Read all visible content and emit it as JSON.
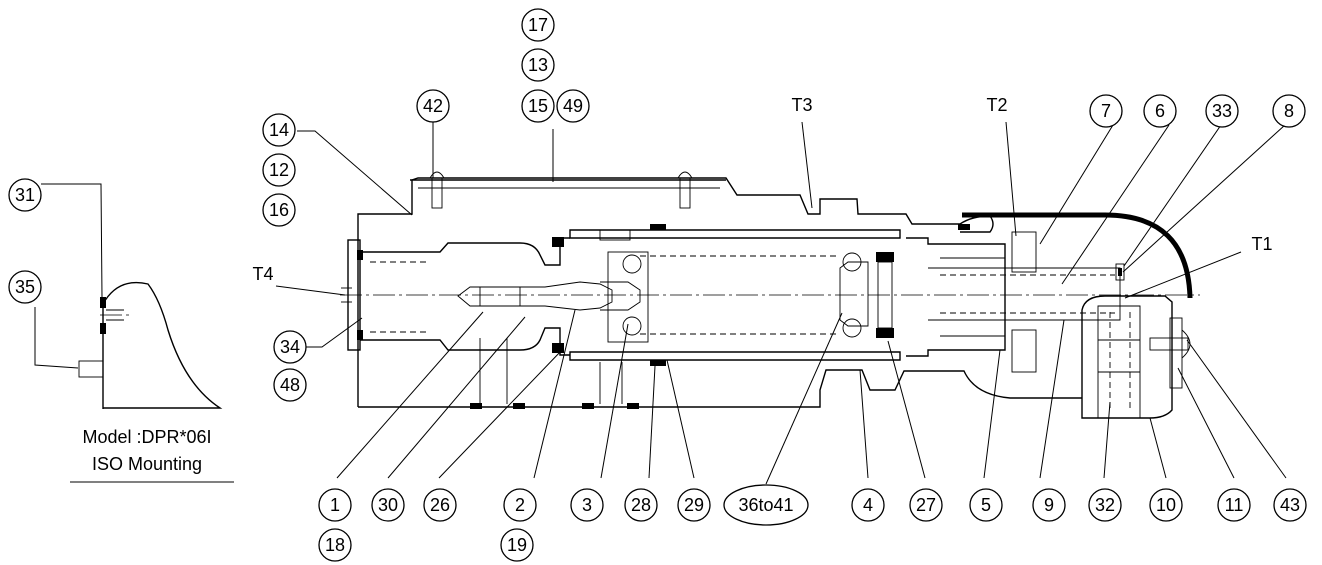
{
  "balloons": {
    "b17": "17",
    "b13": "13",
    "b15": "15",
    "b49": "49",
    "b42": "42",
    "b14": "14",
    "b12": "12",
    "b16": "16",
    "b31": "31",
    "b35": "35",
    "b34": "34",
    "b48": "48",
    "b7": "7",
    "b6": "6",
    "b33": "33",
    "b8": "8",
    "b1": "1",
    "b18": "18",
    "b30": "30",
    "b26": "26",
    "b2": "2",
    "b19": "19",
    "b3": "3",
    "b28": "28",
    "b29": "29",
    "b36to41": "36to41",
    "b4": "4",
    "b27": "27",
    "b5": "5",
    "b9": "9",
    "b32": "32",
    "b10": "10",
    "b11": "11",
    "b43": "43"
  },
  "ports": {
    "t1": "T1",
    "t2": "T2",
    "t3": "T3",
    "t4": "T4"
  },
  "caption": {
    "model": "Model :DPR*06I",
    "mounting": "ISO Mounting"
  }
}
